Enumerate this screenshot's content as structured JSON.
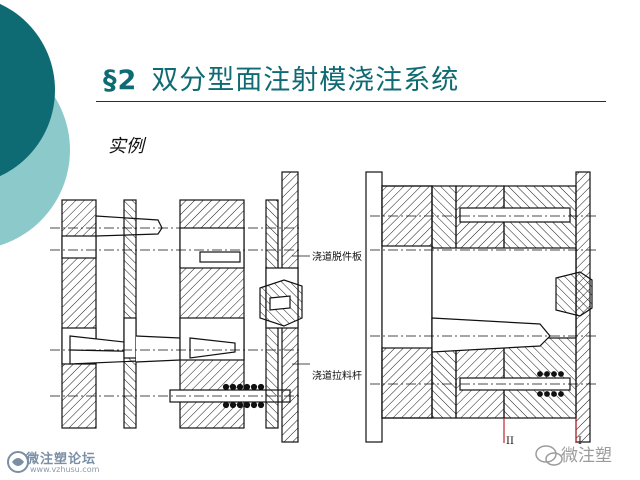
{
  "slide": {
    "title_section": "§2",
    "title_text": "双分型面注射模浇注系统",
    "subtitle": "实例"
  },
  "figure": {
    "label_stripper_plate": "浇道脱件板",
    "label_puller_rod": "浇道拉料杆",
    "mark_roman_two": "II",
    "mark_roman_one": "I"
  },
  "watermarks": {
    "forum_name": "微注塑论坛",
    "forum_url": "www.vzhusu.com",
    "wechat_name": "微注塑"
  },
  "colors": {
    "accent_teal": "#0f6b73",
    "light_teal": "#7fc3c6",
    "drawing_red": "#c0272d"
  }
}
